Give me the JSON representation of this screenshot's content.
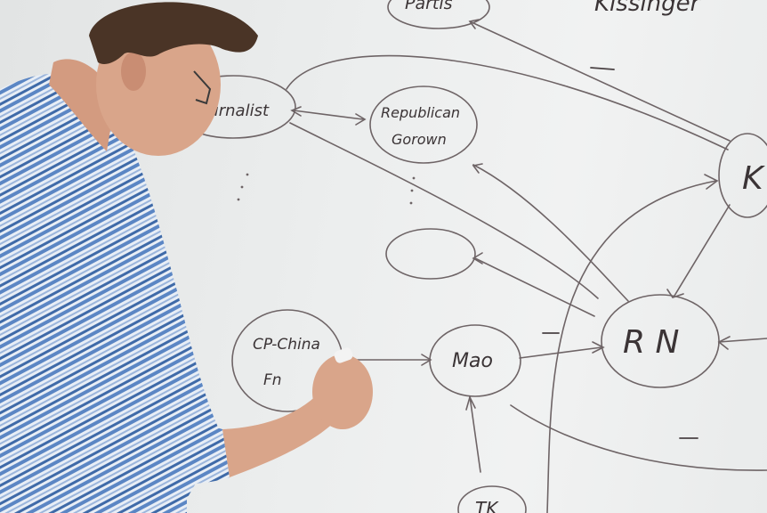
{
  "scene": {
    "kind": "photo",
    "subject": "whiteboard-diagram"
  },
  "nodes": {
    "partial_top": "Partis",
    "journalist": "Journalist",
    "republican": "Republican",
    "republican_line2": "Gorown",
    "ccp": "CP-China",
    "ccp_line2": "Fn",
    "mao": "Mao",
    "rn": "R N",
    "k_partial": "K",
    "kissinger": "Kissinger",
    "bottom_partial": "TK"
  },
  "colors": {
    "board": "#eceeee",
    "ink": "#6e6466",
    "shirt_blue": "#5b86c4",
    "shirt_white": "#e8eef6",
    "skin": "#d9a58a",
    "hair": "#4a3426"
  }
}
